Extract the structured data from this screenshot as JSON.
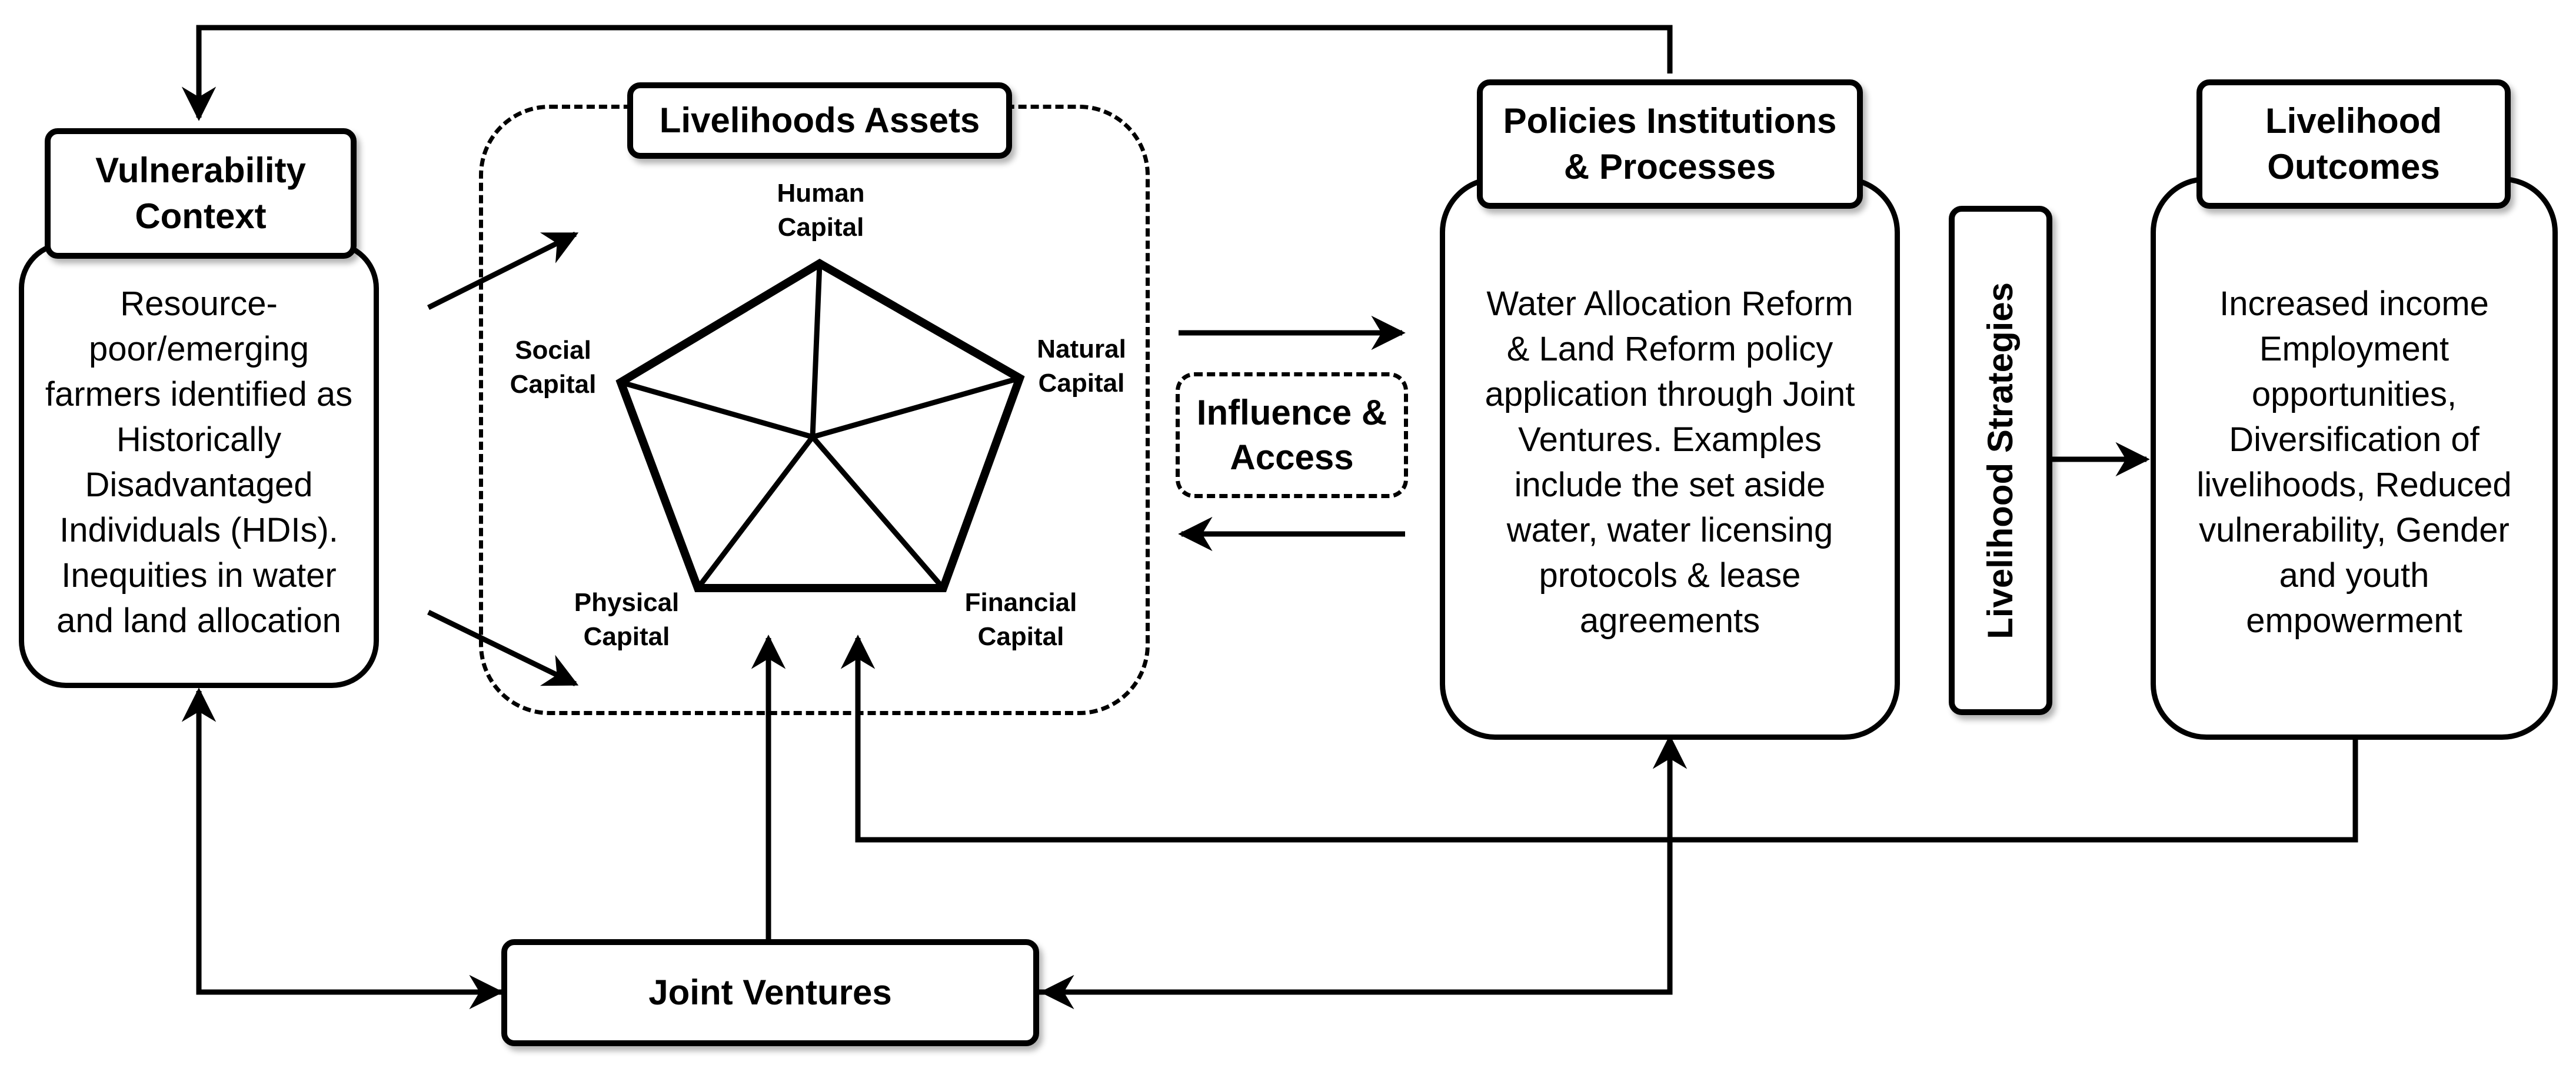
{
  "vulnerability_context": {
    "title_line1": "Vulnerability",
    "title_line2": "Context",
    "body_lines": [
      "Resource-",
      "poor/emerging",
      "farmers identified as",
      "Historically",
      "Disadvantaged",
      "Individuals (HDIs).",
      "Inequities in water",
      "and land allocation"
    ]
  },
  "livelihoods_assets": {
    "title": "Livelihoods Assets",
    "capitals": {
      "human": [
        "Human",
        "Capital"
      ],
      "natural": [
        "Natural",
        "Capital"
      ],
      "financial": [
        "Financial",
        "Capital"
      ],
      "physical": [
        "Physical",
        "Capital"
      ],
      "social": [
        "Social",
        "Capital"
      ]
    }
  },
  "influence_access": {
    "line1": "Influence &",
    "line2": "Access"
  },
  "policies": {
    "title_line1": "Policies Institutions",
    "title_line2": "& Processes",
    "body_lines": [
      "Water Allocation Reform",
      "& Land Reform policy",
      "application through Joint",
      "Ventures. Examples",
      "include the set aside",
      "water, water licensing",
      "protocols & lease",
      "agreements"
    ]
  },
  "livelihood_strategies": {
    "label": "Livelihood Strategies"
  },
  "livelihood_outcomes": {
    "title_line1": "Livelihood",
    "title_line2": "Outcomes",
    "body_lines": [
      "Increased income",
      "Employment",
      "opportunities,",
      "Diversification of",
      "livelihoods, Reduced",
      "vulnerability, Gender",
      "and youth",
      "empowerment"
    ]
  },
  "joint_ventures": {
    "label": "Joint Ventures"
  }
}
